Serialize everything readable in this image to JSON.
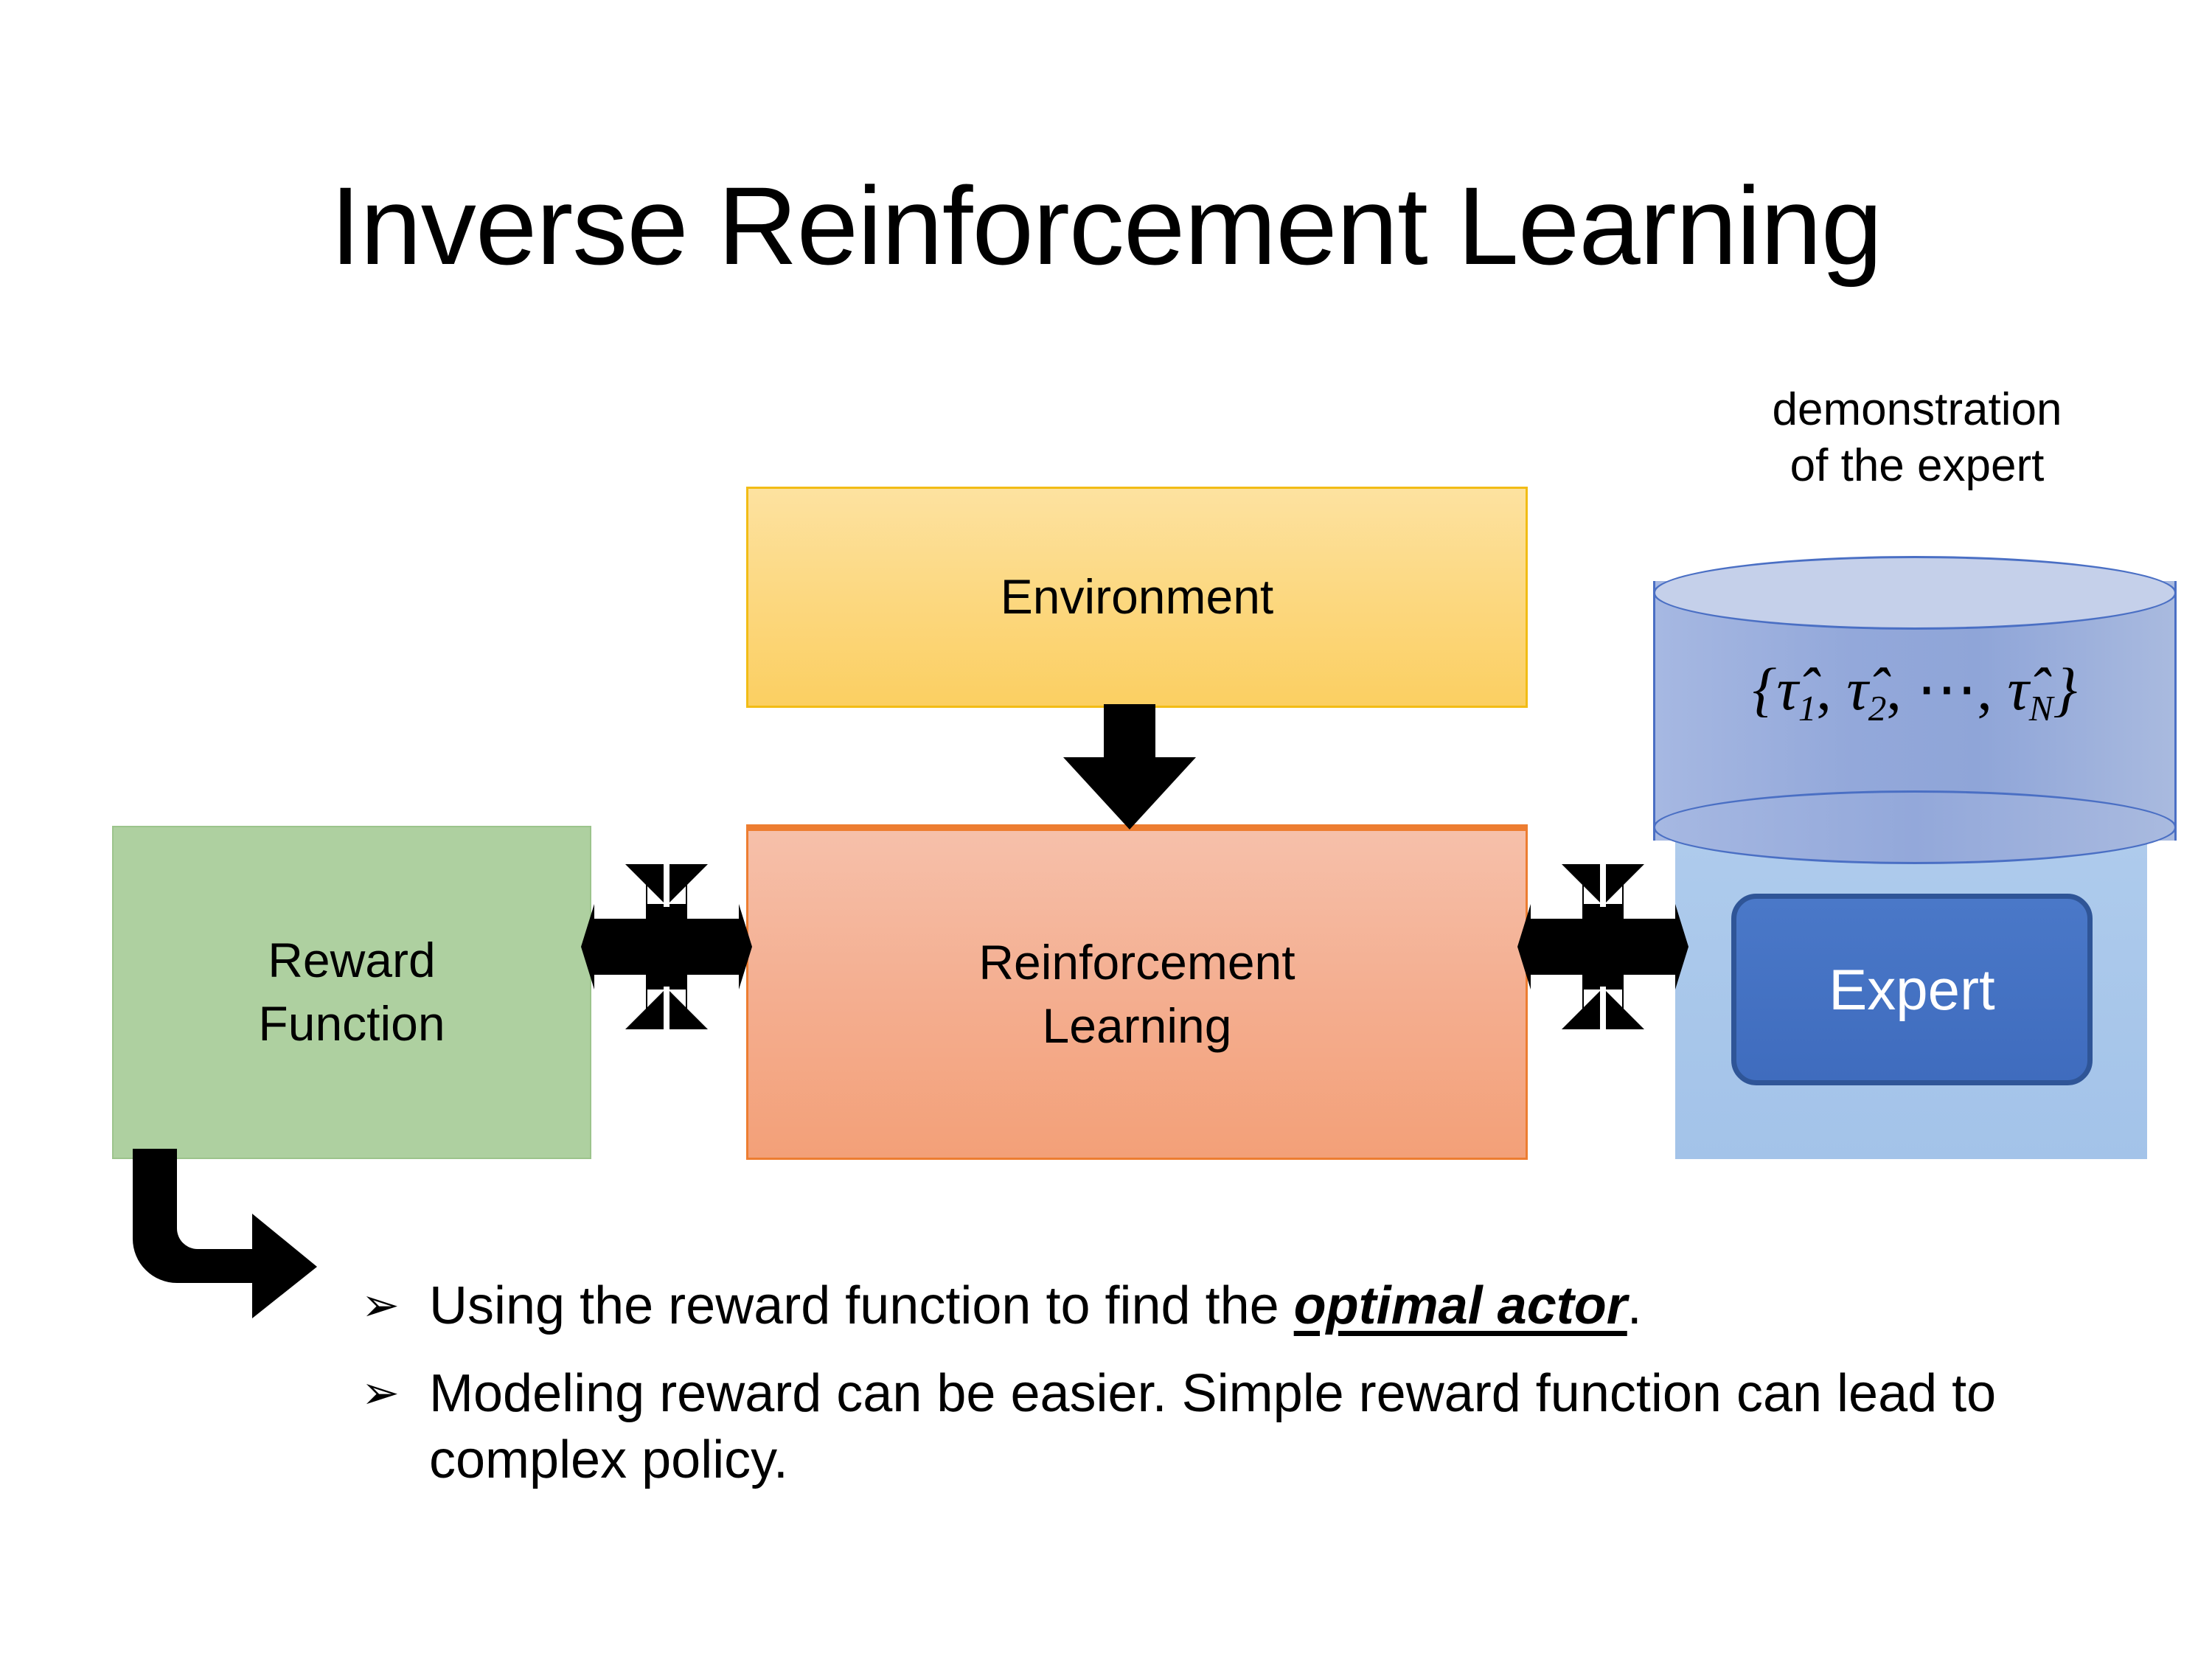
{
  "slide": {
    "title": "Inverse Reinforcement Learning",
    "background_color": "#ffffff"
  },
  "diagram": {
    "nodes": [
      {
        "id": "reward-function",
        "label_line1": "Reward",
        "label_line2": "Function",
        "fill_color": "#aed0a0",
        "border_color": "#9cc48c"
      },
      {
        "id": "environment",
        "label": "Environment",
        "fill_color": "#fcd77d",
        "border_color": "#f2bc15"
      },
      {
        "id": "reinforcement-learning",
        "label_line1": "Reinforcement",
        "label_line2": "Learning",
        "fill_color": "#f4ae90",
        "border_color": "#ed7d31"
      },
      {
        "id": "expert",
        "label": "Expert",
        "fill_color": "#4472c4",
        "border_color": "#2f5597",
        "text_color": "#ffffff"
      }
    ],
    "demonstration": {
      "caption_line1": "demonstration",
      "caption_line2": "of the expert",
      "formula_open": "{",
      "formula_tau1": "τ̂",
      "formula_sub1": "1",
      "formula_sep1": ", ",
      "formula_tau2": "τ̂",
      "formula_sub2": "2",
      "formula_sep2": ", ⋯, ",
      "formula_tau3": "τ̂",
      "formula_sub3": "N",
      "formula_close": "}",
      "cylinder_fill": "#93a8da",
      "cylinder_top_fill": "#c5d0ea",
      "cylinder_border": "#4a6fc4",
      "panel_fill": "#a8c8ea"
    },
    "connectors": [
      {
        "id": "env-to-rl",
        "type": "down-arrow",
        "color": "#000000"
      },
      {
        "id": "reward-rl",
        "type": "double-arrow-horizontal",
        "color": "#000000"
      },
      {
        "id": "rl-expert",
        "type": "double-arrow-horizontal",
        "color": "#000000"
      },
      {
        "id": "reward-to-bullets",
        "type": "elbow-arrow",
        "color": "#000000"
      }
    ]
  },
  "bullets": [
    {
      "marker": "➢",
      "text_before": "Using the reward function to find the ",
      "emphasis": "optimal actor",
      "text_after": "."
    },
    {
      "marker": "➢",
      "text_line1": "Modeling reward can be easier. Simple reward",
      "text_line2": "function can lead to complex policy."
    }
  ]
}
